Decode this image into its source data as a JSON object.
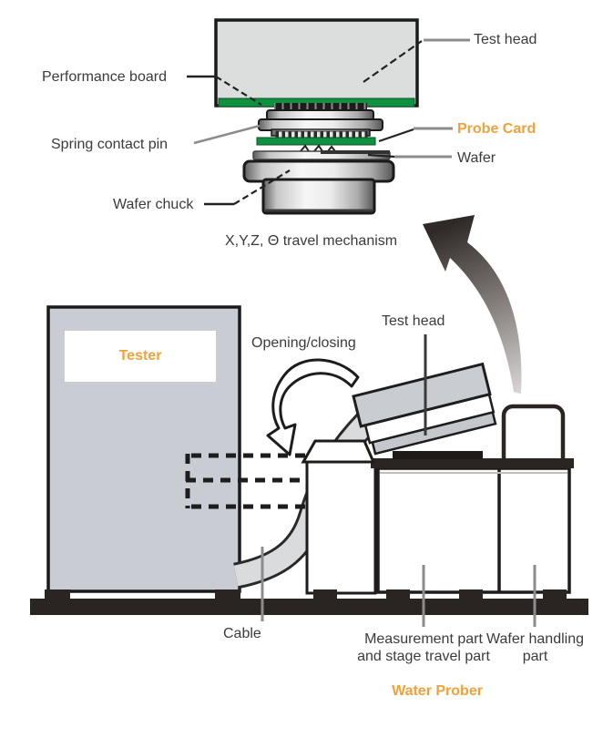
{
  "colors": {
    "accent": "#F0A13A",
    "pcb_green": "#0f9141",
    "floor": "#2a2423"
  },
  "detail_view": {
    "labels": {
      "test_head": "Test head",
      "performance_board": "Performance board",
      "spring_contact_pin": "Spring contact pin",
      "probe_card": "Probe Card",
      "wafer": "Wafer",
      "wafer_chuck": "Wafer chuck",
      "travel_mechanism": "X,Y,Z, Θ travel mechanism"
    }
  },
  "machine_view": {
    "labels": {
      "tester": "Tester",
      "opening_closing": "Opening/closing",
      "test_head": "Test head",
      "cable": "Cable",
      "measurement_line1": "Measurement part",
      "measurement_line2": "and stage travel part",
      "wafer_handling_line1": "Wafer handling",
      "wafer_handling_line2": "part",
      "prober": "Water Prober"
    }
  }
}
